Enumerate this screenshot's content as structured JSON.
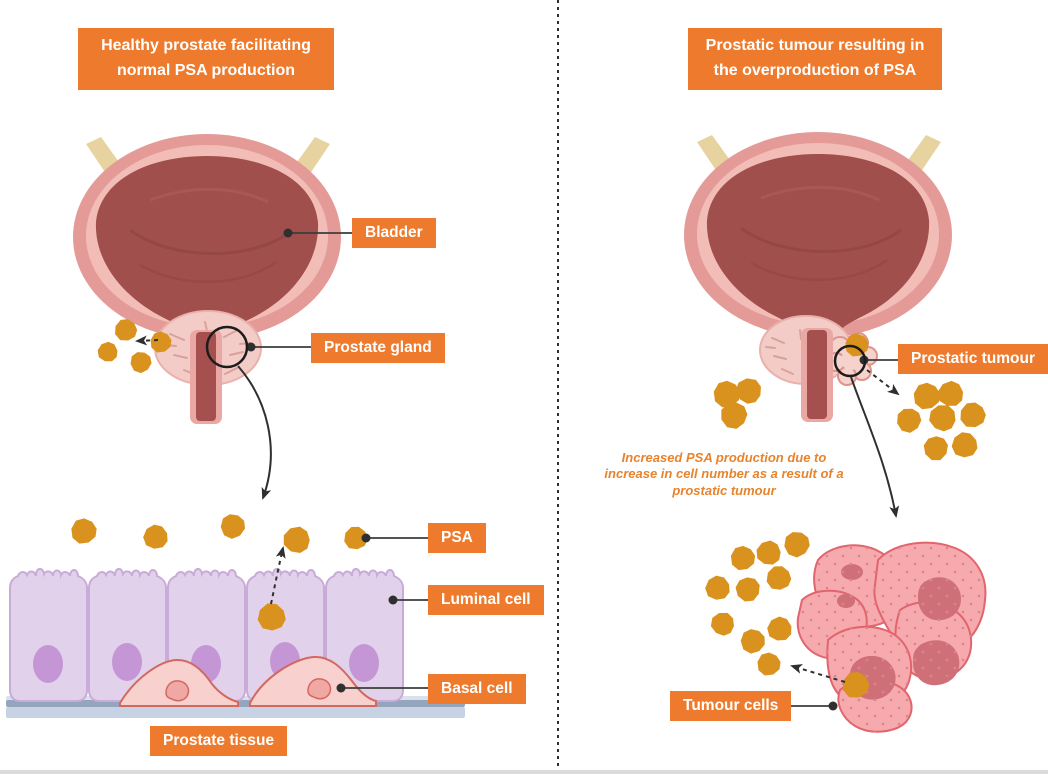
{
  "left_panel": {
    "title": "Healthy prostate facilitating normal PSA production",
    "labels": {
      "bladder": "Bladder",
      "prostate_gland": "Prostate gland",
      "psa": "PSA",
      "luminal_cell": "Luminal cell",
      "basal_cell": "Basal cell",
      "prostate_tissue": "Prostate tissue"
    }
  },
  "right_panel": {
    "title": "Prostatic tumour resulting in the overproduction of PSA",
    "caption": "Increased PSA production due to increase in cell number as a result of a prostatic tumour",
    "labels": {
      "prostatic_tumour": "Prostatic tumour",
      "tumour_cells": "Tumour cells"
    }
  },
  "colors": {
    "label_background": "#EE7B2D",
    "label_text": "#FFFFFF",
    "caption_text": "#E8832C",
    "psa_blob": "#D8921D",
    "bladder_wall": "#E49B98",
    "bladder_wall_highlight": "#F2BDB6",
    "bladder_interior": "#A14F4D",
    "ureter": "#E7D3A0",
    "prostate_gland_fill": "#F4CCC7",
    "luminal_cell_fill": "#E2D1EA",
    "luminal_nucleus": "#C596D5",
    "basal_cell_fill": "#F8D0CD",
    "basement_membrane": "#C7D3E5",
    "tumour_cell_fill": "#F6AAAE",
    "tumour_nucleus": "#CF7078",
    "connector": "#2F2F2F"
  }
}
